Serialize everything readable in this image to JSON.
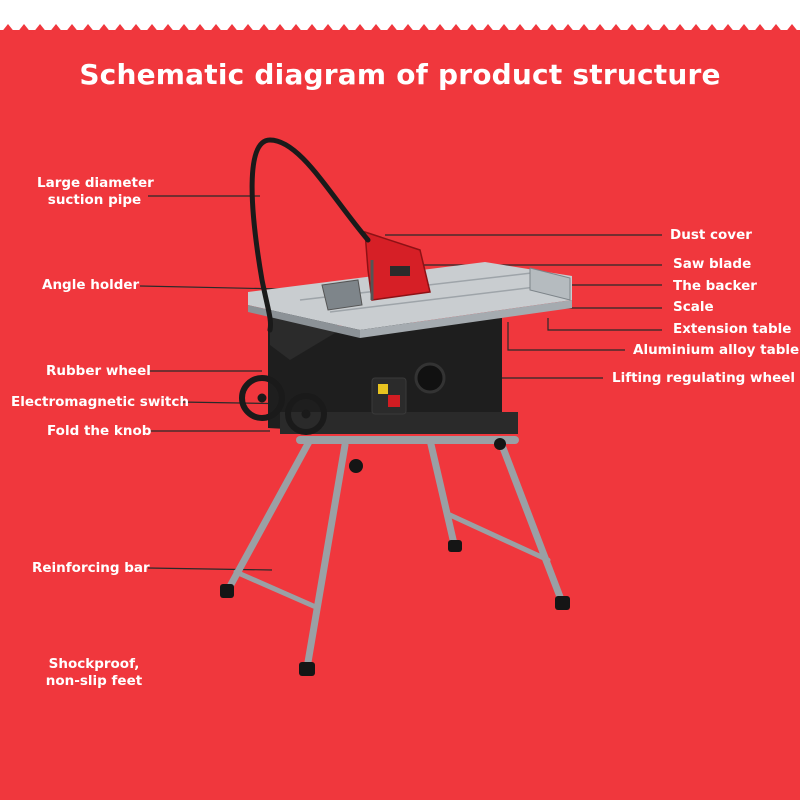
{
  "title": "Schematic diagram of product structure",
  "left_labels": [
    {
      "line1": "Large diameter",
      "line2": "suction pipe"
    },
    {
      "line1": "Angle holder"
    },
    {
      "line1": "Rubber wheel"
    },
    {
      "line1": "Electromagnetic switch"
    },
    {
      "line1": "Fold the knob"
    },
    {
      "line1": "Reinforcing bar"
    },
    {
      "line1": "Shockproof,",
      "line2": "non-slip feet"
    }
  ],
  "right_labels": [
    "Dust cover",
    "Saw blade",
    "The backer",
    "Scale",
    "Extension table",
    "Aluminium alloy table",
    "Lifting regulating wheel"
  ],
  "colors": {
    "background": "#f0373d",
    "text": "#ffffff",
    "leader_line": "#2a2a2a",
    "machine_body": "#1e1e1e",
    "table_top": "#c9cdd0",
    "saw_guard": "#d61f26",
    "legs": "#9aa0a5"
  }
}
